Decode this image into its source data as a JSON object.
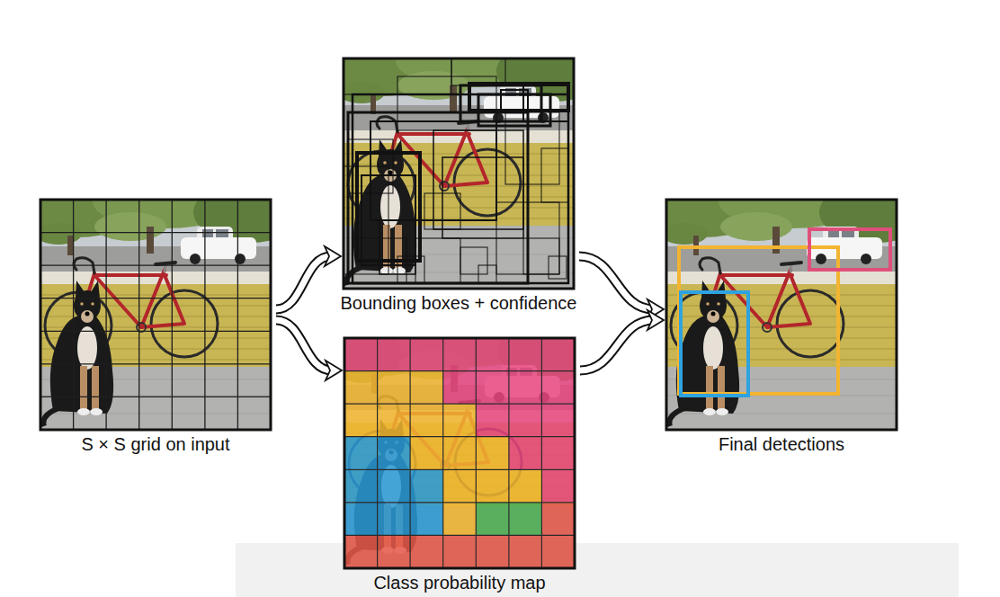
{
  "diagram": {
    "nodes": [
      {
        "text": [
          "S × S grid on input"
        ]
      },
      {
        "text": [
          "Bounding boxes + confidence"
        ]
      },
      {
        "text": [
          "Class probability map"
        ]
      },
      {
        "text": [
          "Final detections"
        ]
      }
    ],
    "edges": [
      {
        "from": 0,
        "to": 1,
        "arrow": "to"
      },
      {
        "from": 0,
        "to": 2,
        "arrow": "to"
      },
      {
        "from": 1,
        "to": 3,
        "arrow": "to"
      },
      {
        "from": 2,
        "to": 3,
        "arrow": "to"
      }
    ]
  }
}
